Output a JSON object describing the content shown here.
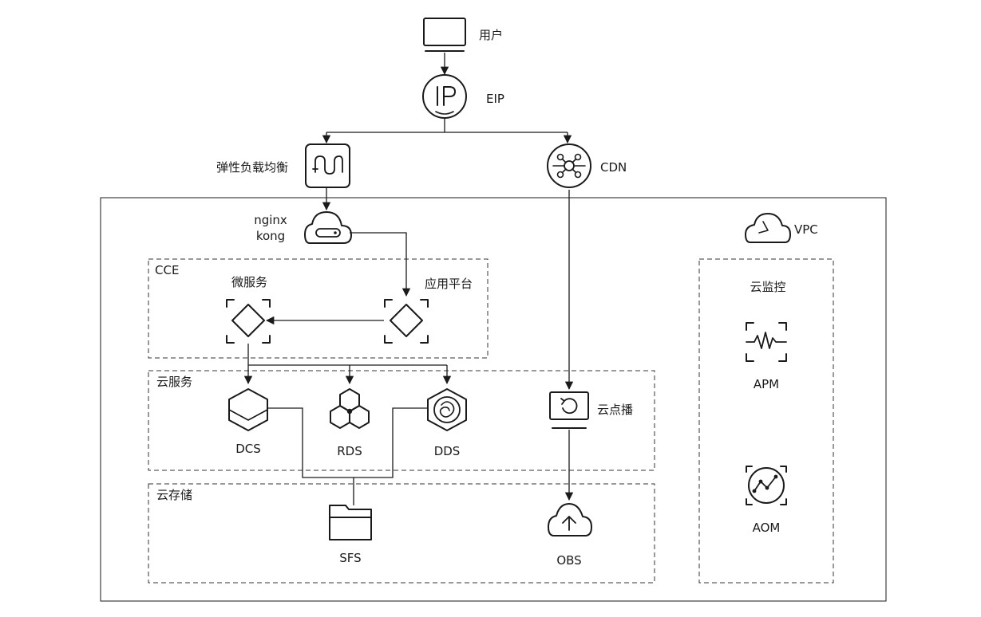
{
  "nodes": {
    "user": "用户",
    "eip": "EIP",
    "elb": "弹性负载均衡",
    "cdn": "CDN",
    "nginx_line1": "nginx",
    "nginx_line2": "kong",
    "vpc": "VPC",
    "microservice": "微服务",
    "app_platform": "应用平台",
    "dcs": "DCS",
    "rds": "RDS",
    "dds": "DDS",
    "vod": "云点播",
    "sfs": "SFS",
    "obs": "OBS",
    "apm": "APM",
    "aom": "AOM"
  },
  "groups": {
    "cce": "CCE",
    "cloud_service": "云服务",
    "cloud_storage": "云存储",
    "cloud_monitor": "云监控"
  },
  "colors": {
    "stroke": "#1a1a1a",
    "background": "#ffffff"
  }
}
